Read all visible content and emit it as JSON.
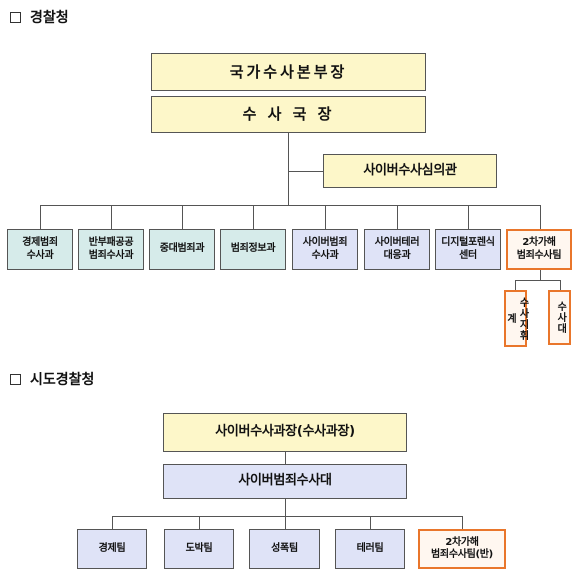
{
  "sections": {
    "police": "경찰청",
    "provincial": "시도경찰청"
  },
  "police": {
    "top": "국가수사본부장",
    "second": "수 사 국 장",
    "adviser": "사이버수사심의관",
    "depts": [
      "경제범죄\n수사과",
      "반부패공공\n범죄수사과",
      "중대범죄과",
      "범죄정보과",
      "사이버범죄\n수사과",
      "사이버테러\n대응과",
      "디지털포렌식\n센터",
      "2차가해\n범죄수사팀"
    ],
    "subs": [
      "수사지휘계",
      "수사대"
    ]
  },
  "provincial": {
    "top": "사이버수사과장(수사과장)",
    "second": "사이버범죄수사대",
    "teams": [
      "경제팀",
      "도박팀",
      "성폭팀",
      "테러팀",
      "2차가해\n범죄수사팀(반)"
    ]
  }
}
